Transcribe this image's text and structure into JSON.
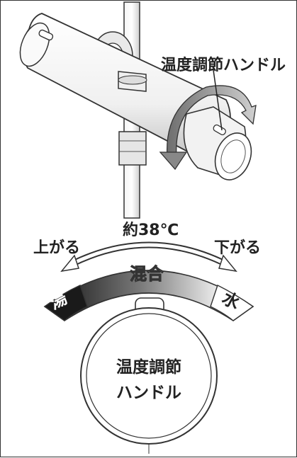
{
  "callout_label": "温度調節ハンドル",
  "temperature_label": "約38℃",
  "direction_up": "上がる",
  "direction_down": "下がる",
  "scale": {
    "hot": "湯",
    "mix": "混合",
    "cold": "水"
  },
  "handle_label_line1": "温度調節",
  "handle_label_line2": "ハンドル",
  "colors": {
    "outline": "#333333",
    "hot_fill": "#1a1a1a",
    "cold_fill": "#ffffff",
    "arrow_gray": "#888888"
  }
}
